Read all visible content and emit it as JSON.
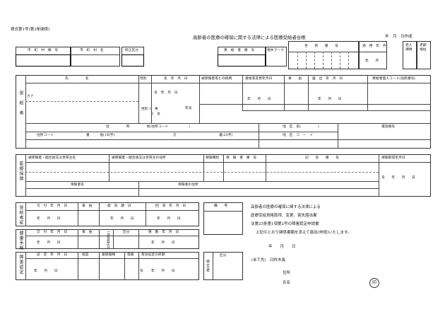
{
  "header": {
    "form_number": "様式第1号(第3条関係)",
    "title": "高齢者の医療の確保に関する法律による医療受給者台帳",
    "date_created": "年　月　日作成"
  },
  "top_row": {
    "municipality_code": "市　町　村　番　号",
    "municipality_name": "市　町　村　名",
    "correction_class": "修正区分",
    "recipient_number": "受　給　者　番　号",
    "loss_mark": "喪失マーク",
    "household_number": "世　　帯　　番　　号",
    "start_date": "適　用　年　月",
    "elderly_exempt": "老人\n課税",
    "elderly_welfare": "老齢\n福祉",
    "ym": "年　　月"
  },
  "recipient": {
    "side_label": "受　給　者",
    "name": "氏　　　　　名",
    "kana": "カナ",
    "sex": "性別",
    "birth": "生　年　月　日",
    "relation": "被保険者等との続柄",
    "qual_change": "資格等変更年月日",
    "reason": "事　　由",
    "report": "届　出　年　月　日",
    "personal_code": "受給者個人コード(住民番号)",
    "sex_options": "性別 1　男\n　　　2　女",
    "birth_ymd": "号　年　月　日",
    "ymd": "年　　月　　日",
    "era": "年号",
    "address": "住　　　　　所　　　　　地(住所コード　　　　　　)",
    "district": "地　区　名(　　　　　)",
    "phone": "電話番号",
    "address_code": "住所コード",
    "ban": "番　　　地(1日字)",
    "kata": "方",
    "bango": "書(20字)",
    "district_code": "地　区　コ　ー　ド"
  },
  "insurance": {
    "side_label": "医療保険",
    "insured_name": "被保険者・組合員又は世帯主名",
    "insured_address": "被保険者・組合員又は世帯主の住所",
    "insurance_type": "保険種別",
    "insurer_number": "保　険　者　番　号",
    "symbol_number": "記　　号　　番　　号",
    "acquire_date": "保険取得年月日",
    "insurer_name": "保険者名",
    "insurer_address": "保険者の住所",
    "ymd": "号　　年　　月　　日"
  },
  "certificate": {
    "side_label": "受給者証",
    "issue_date": "交　付　年　月　日",
    "reason": "事　由",
    "expiry_date": "発　効　期　日",
    "collect_date": "回　収　年　月　日",
    "remarks": "備　　考",
    "ymd": "年　　月　　日"
  },
  "health": {
    "side_label": "健康手帳",
    "issue_date": "交　付　年　月　日",
    "reason": "事　由",
    "partial": "一部負担区分",
    "class": "区分",
    "change_date": "異　動　年　月　日",
    "ymd": "年　　月　　日"
  },
  "disability": {
    "side_label": "障害認定",
    "cert_date": "認　定　年　月　日",
    "degree": "程度",
    "basis": "基礎書類",
    "grade": "等級",
    "valid_end": "有効認定の終期",
    "special": "特定者",
    "class": "区分",
    "ymd": "年　　月　　日",
    "gou": "号"
  },
  "notice": {
    "law": "高齢者の医療の確保に関する法律による",
    "line1": "医療受給資格取得、変更、喪失届出書",
    "line2": "法第25条第1項第2号の障害認定申請書",
    "line3": "上記のとおり関係書類を添えて届出(申請)いたします。",
    "date": "年　　月　　日",
    "addressee": "(あて先)　臼杵市長",
    "address": "住所",
    "name": "氏名",
    "seal": "印"
  }
}
